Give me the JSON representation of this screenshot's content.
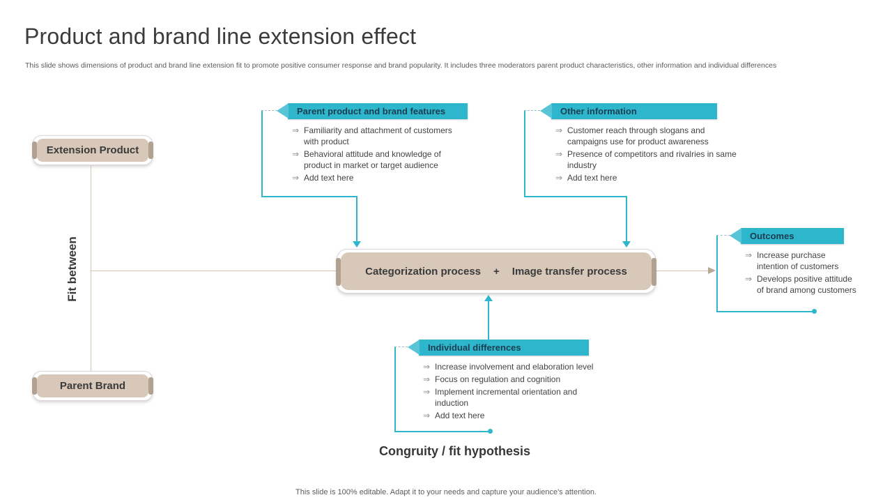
{
  "slide": {
    "title": "Product and brand line extension effect",
    "subtitle": "This slide shows dimensions of product and brand line extension fit to promote positive consumer response and brand popularity. It includes three moderators parent product characteristics, other information and individual differences",
    "caption": "Congruity / fit hypothesis",
    "footer": "This slide is 100% editable. Adapt it to your needs and capture your audience's attention."
  },
  "bullet_glyph": "⇒",
  "left_column": {
    "extension_box": "Extension Product",
    "parent_box": "Parent Brand",
    "fit_label": "Fit between"
  },
  "center_box": {
    "left_label": "Categorization process",
    "plus": "+",
    "right_label": "Image transfer process"
  },
  "callouts": {
    "parent_features": {
      "title": "Parent product and brand features",
      "items": [
        "Familiarity and attachment of customers with product",
        "Behavioral attitude and knowledge of product in market or target audience",
        "Add text here"
      ]
    },
    "other_information": {
      "title": "Other information",
      "items": [
        "Customer reach through slogans and campaigns use for product awareness",
        "Presence of competitors and rivalries in same industry",
        "Add text here"
      ]
    },
    "outcomes": {
      "title": "Outcomes",
      "items": [
        "Increase purchase intention of customers",
        "Develops positive attitude of brand among customers"
      ]
    },
    "individual_differences": {
      "title": "Individual differences",
      "items": [
        "Increase involvement and elaboration level",
        "Focus on regulation and cognition",
        "Implement incremental orientation and induction",
        "Add text here"
      ]
    }
  },
  "colors": {
    "accent_teal": "#2eb6cd",
    "accent_teal_light": "#58c5d6",
    "shape_tan": "#d8c8b9",
    "shape_tan_dark": "#b2a091",
    "header_text": "#1c3e50",
    "body_text": "#404040"
  }
}
